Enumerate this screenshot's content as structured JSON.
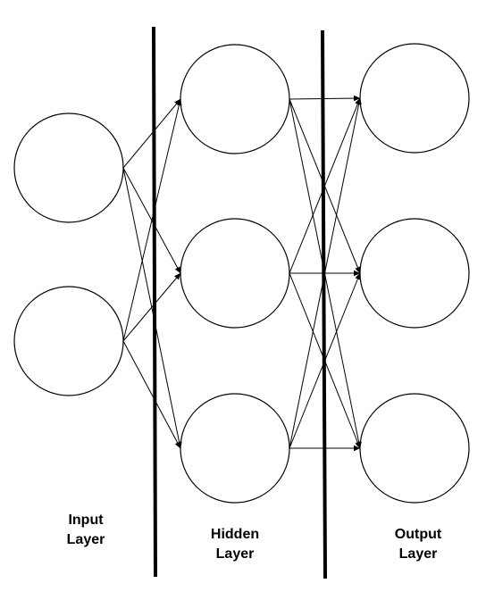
{
  "diagram": {
    "type": "feedforward-neural-network",
    "stroke_color": "#000000",
    "background_color": "#ffffff",
    "layers": [
      {
        "id": "input",
        "label_line1": "Input",
        "label_line2": "Layer",
        "node_count": 2
      },
      {
        "id": "hidden",
        "label_line1": "Hidden",
        "label_line2": "Layer",
        "node_count": 3
      },
      {
        "id": "output",
        "label_line1": "Output",
        "label_line2": "Layer",
        "node_count": 3
      }
    ],
    "connections": "fully-connected-with-arrows",
    "separators": "thick-vertical-lines-between-layers"
  }
}
